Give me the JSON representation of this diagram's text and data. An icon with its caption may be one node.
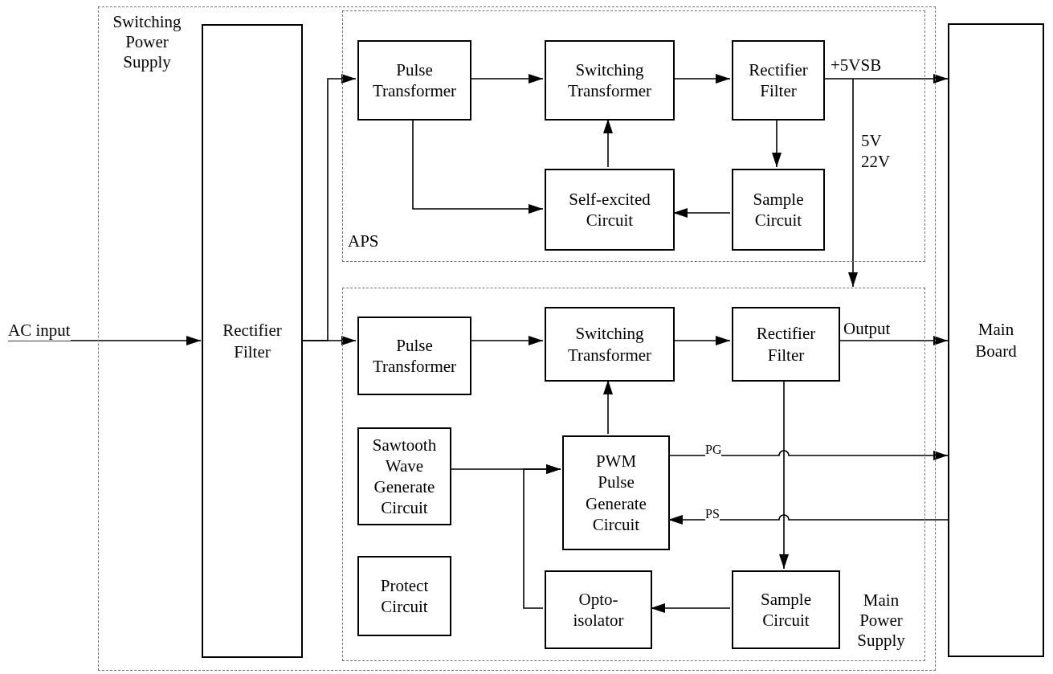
{
  "diagram": {
    "nodes": [
      {
        "text": [
          "Switching Power Supply"
        ]
      },
      {
        "text": [
          "Rectifier Filter"
        ],
        "in": 0
      },
      {
        "text": [
          "APS"
        ],
        "in": 0
      },
      {
        "text": [
          "Pulse Transformer"
        ],
        "in": 2
      },
      {
        "text": [
          "Switching Transformer"
        ],
        "in": 2
      },
      {
        "text": [
          "Rectifier Filter"
        ],
        "in": 2
      },
      {
        "text": [
          "Self-excited Circuit"
        ],
        "in": 2
      },
      {
        "text": [
          "Sample Circuit"
        ],
        "in": 2
      },
      {
        "text": [
          "Main Power Supply"
        ],
        "in": 0
      },
      {
        "text": [
          "Pulse Transformer"
        ],
        "in": 8
      },
      {
        "text": [
          "Switching Transformer"
        ],
        "in": 8
      },
      {
        "text": [
          "Rectifier Filter"
        ],
        "in": 8
      },
      {
        "text": [
          "Sawtooth Wave Generate Circuit"
        ],
        "in": 8
      },
      {
        "text": [
          "PWM Pulse Generate Circuit"
        ],
        "in": 8
      },
      {
        "text": [
          "Protect Circuit"
        ],
        "in": 8
      },
      {
        "text": [
          "Opto-isolator"
        ],
        "in": 8
      },
      {
        "text": [
          "Sample Circuit"
        ],
        "in": 8
      },
      {
        "text": [
          "Main Board"
        ]
      }
    ],
    "edges": [
      {
        "from": null,
        "to": 1,
        "arrow": "to",
        "label": "AC input"
      },
      {
        "from": 1,
        "to": 3,
        "arrow": "to"
      },
      {
        "from": 1,
        "to": 9,
        "arrow": "to"
      },
      {
        "from": 3,
        "to": 4,
        "arrow": "to"
      },
      {
        "from": 4,
        "to": 5,
        "arrow": "to"
      },
      {
        "from": 5,
        "to": 17,
        "arrow": "to",
        "label": "+5VSB"
      },
      {
        "from": 5,
        "to": 7,
        "arrow": "to"
      },
      {
        "from": 3,
        "to": 6,
        "arrow": "to"
      },
      {
        "from": 7,
        "to": 6,
        "arrow": "to"
      },
      {
        "from": 6,
        "to": 4,
        "arrow": "to"
      },
      {
        "from": 5,
        "to": 8,
        "arrow": "to",
        "label": "5V 22V"
      },
      {
        "from": 9,
        "to": 10,
        "arrow": "to"
      },
      {
        "from": 10,
        "to": 11,
        "arrow": "to"
      },
      {
        "from": 11,
        "to": 17,
        "arrow": "to",
        "label": "Output"
      },
      {
        "from": 13,
        "to": 10,
        "arrow": "to"
      },
      {
        "from": 13,
        "to": 17,
        "arrow": "to",
        "label": "PG"
      },
      {
        "from": 17,
        "to": 13,
        "arrow": "to",
        "label": "PS"
      },
      {
        "from": 11,
        "to": 16,
        "arrow": "to"
      },
      {
        "from": 16,
        "to": 15,
        "arrow": "to"
      },
      {
        "from": 12,
        "to": 13,
        "arrow": "to"
      },
      {
        "from": 15,
        "to": 13,
        "arrow": "to"
      }
    ]
  }
}
